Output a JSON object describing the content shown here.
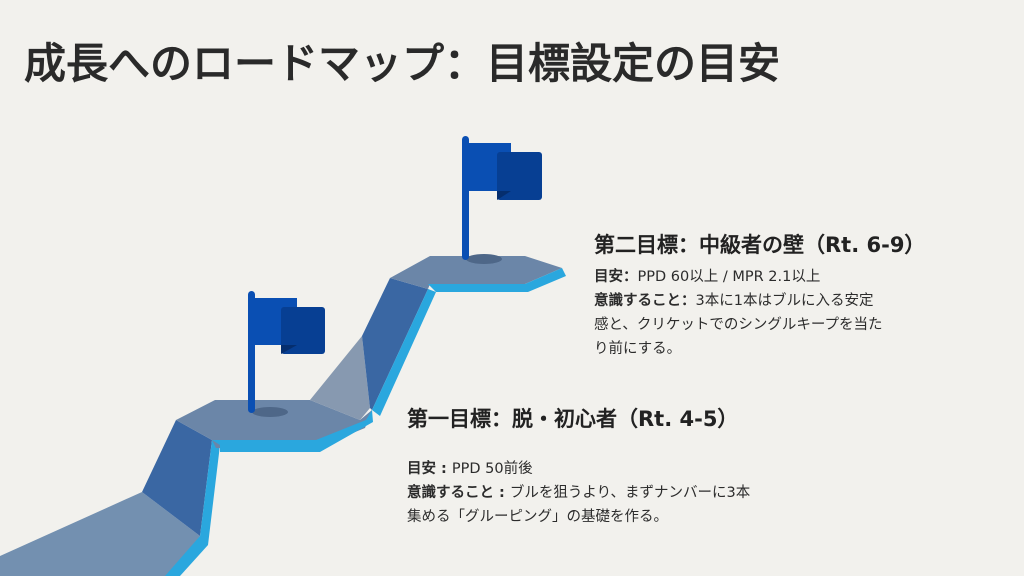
{
  "title": "成長へのロードマップ：目標設定の目安",
  "colors": {
    "background": "#f2f1ed",
    "platform_top": "#6b86a8",
    "riser_dark": "#3a67a3",
    "riser_light": "#8799b0",
    "edge_highlight": "#2aa7de",
    "flag": "#0a4fb3",
    "flag_dark": "#073f93"
  },
  "goals": [
    {
      "id": "goal-2",
      "heading": "第二目標：中級者の壁（Rt. 6-9）",
      "target_label": "目安：",
      "target_value": "PPD 60以上 / MPR 2.1以上",
      "focus_label": "意識すること：",
      "focus_lines": [
        "3本に1本はブルに入る安定",
        "感と、クリケットでのシングルキープを当た",
        "り前にする。"
      ]
    },
    {
      "id": "goal-1",
      "heading": "第一目標：脱・初心者（Rt. 4-5）",
      "target_label": "目安 : ",
      "target_value": "PPD 50前後",
      "focus_label": "意識すること : ",
      "focus_lines": [
        "ブルを狙うより、まずナンバーに3本",
        "集める「グルーピング」の基礎を作る。"
      ]
    }
  ],
  "icons": {
    "flag_1": "flag-icon",
    "flag_2": "flag-icon"
  }
}
